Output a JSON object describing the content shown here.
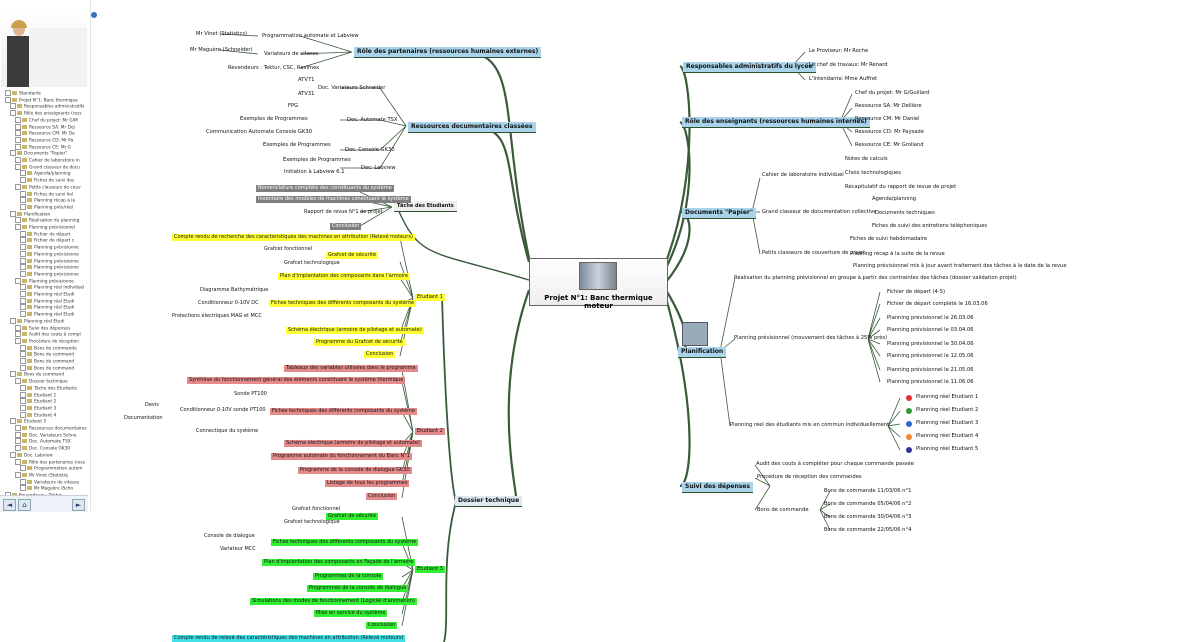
{
  "window": {
    "title_icon": "globe-icon"
  },
  "sidebar": {
    "tree": [
      "Standards",
      "Projet N°1: Banc thermique",
      "Responsables administratifs",
      "Rôle des enseignants (ress",
      "Chef du projet: Mr G/M",
      "Ressource SA: Mr Dej",
      "Ressource CM: Mr Da",
      "Ressource CD: Mr Pa",
      "Ressource CE: Mr G",
      "Documents \"Papier\"",
      "Cahier de laboratoire in",
      "Grand classeur de docu",
      "Agenda/planning",
      "Fiches de suivi des",
      "Petits classeurs de couv",
      "Fiches de suivi hel",
      "Planning récap à la",
      "Planning prév/réel",
      "Planification",
      "Réalisation du planning",
      "Planning prévisionnel",
      "Fichier de départ",
      "Fichier de départ c",
      "Planning prévisionne",
      "Planning prévisionne",
      "Planning prévisionne",
      "Planning prévisionne",
      "Planning prévisionne",
      "Planning prévisionne",
      "Planning réel individuel",
      "Planning réel Etudi",
      "Planning réel Etudi",
      "Planning réel Etudi",
      "Planning réel Etudi",
      "Planning réel Etudi",
      "Suivi des dépenses",
      "Audit des couts à compl",
      "Procédure de réception",
      "Bons de commande",
      "Bons de command",
      "Bons de command",
      "Bons de command",
      "Bons de command",
      "Dossier technique",
      "Tâche des Etudiants",
      "Etudiant 1",
      "Etudiant 2",
      "Etudiant 3",
      "Etudiant 4",
      "Etudiant 5",
      "Ressources documentaires",
      "Doc. Variateurs Schne",
      "Doc. Automate TSX",
      "Doc. Console GK30",
      "Doc. Labview",
      "Rôle des partenaires (ress",
      "Programmation autom",
      "Mr Vinet (Statistiq",
      "Variateurs de vitesse",
      "Mr Maguère (Schn",
      "Revendeurs : Tektur"
    ],
    "nav_prev": "◄",
    "nav_home": "⌂",
    "nav_next": "►"
  },
  "center": {
    "title": "Projet N°1: Banc thermique moteur",
    "icon": "machine-icon"
  },
  "left": {
    "partners": {
      "label": "Rôle des partenaires (ressources humaines externes)",
      "prog": "Programmation automate et Labview",
      "vinet": "Mr Vinet (Statistics)",
      "variateurs": "Variateurs de vitesse",
      "maguere": "Mr Maguère (Schneider)",
      "revendeurs": "Revendeurs : Tektur, CSC, Ravimex"
    },
    "docs": {
      "label": "Ressources documentaires classées",
      "schneider": "Doc. Variateurs Schneider",
      "atv71": "ATV71",
      "atv31": "ATV31",
      "automate": "Doc. Automate TSX",
      "fpg": "FPG",
      "exemples": "Exemples de Programmes",
      "comm": "Communication Automate Console GK30",
      "console": "Doc. Console GK30",
      "exconsole": "Exemples de Programmes",
      "labview": "Doc. Labview",
      "exlab": "Exemples de Programmes",
      "initiation": "Initiation à Labview 6.1"
    },
    "tasks": {
      "label": "Tâche des Etudiants",
      "n1": "Nomenclature complète des constituants du système",
      "n2": "Inventaire des modèles de machines constituant le système",
      "n3": "Rapport de revue N°1 de projet",
      "n4": "Conclusion"
    },
    "dossier": {
      "label": "Dossier technique",
      "e1": "Etudiant 1",
      "e2": "Etudiant 2",
      "e3": "Etudiant 3"
    },
    "y": [
      "Compte rendu de recherche des caractéristiques des machines en attribution (Relevé moteurs)",
      "Grafcet de sécurité",
      "Grafcet fonctionnel",
      "Grafcet technologique",
      "Plan d'implantation des composants dans l'armoire",
      "Fiches techniques des différents composants du système",
      "Diagramme Bathymétrique",
      "Conditionneur 0-10V DC",
      "Protections électriques MAG et MCC",
      "Schéma électrique (armoire de pilotage et automate)",
      "Programme du Grafcet de sécurité",
      "Conclusion"
    ],
    "r": [
      "Tableaux des variables utilisées dans le programme",
      "Synthèse du fonctionnement général des éléments constituant le système thermique",
      "Fiches techniques des différents composants du système",
      "Sonde PT100",
      "Conditionneur 0-10V sonde PT100",
      "Devis",
      "Documentation",
      "Connectique du système",
      "Schéma électrique (armoire de pilotage et automate)",
      "Programme automate du fonctionnement du Banc N°1",
      "Programme de la console de dialogue GK30",
      "Listage de tous les programmes",
      "Conclusion"
    ],
    "g": [
      "Grafcet de sécurité",
      "Grafcet fonctionnel",
      "Grafcet technologique",
      "Fiches techniques des différents composants du système",
      "Console de dialogue",
      "Variateur MCC",
      "Plan d'implantation des composants en Façade de l'armoire",
      "Programmes de la console",
      "Programmes de la console de dialogue",
      "Simulations des modes de fonctionnement (Logiciel d'animation)",
      "Mise en service du système",
      "Conclusion"
    ],
    "cyan": "Compte rendu de relevé des caractéristiques des machines en attribution (Relevé moteurs)"
  },
  "right": {
    "admin": {
      "label": "Responsables administratifs du lycée",
      "a1": "Le Proviseur: Mr Roche",
      "a2": "Le chef de travaux: Mr Renard",
      "a3": "L'Intendante: Mme Auffret"
    },
    "teachers": {
      "label": "Rôle des enseignants (ressources humaines internes)",
      "t1": "Chef du projet: Mr G/Guillard",
      "t2": "Ressource SA: Mr Dellière",
      "t3": "Ressource CM: Mr Daniel",
      "t4": "Ressource CD: Mr Paysade",
      "t5": "Ressource CE: Mr Grolland"
    },
    "papier": {
      "label": "Documents \"Papier\"",
      "cahier": "Cahier de laboratoire individuel",
      "c1": "Notes de calculs",
      "c2": "Choix technologiques",
      "c3": "Récapitulatif du rapport de revue de projet",
      "grand": "Grand classeur de documentation collective",
      "g1": "Agenda/planning",
      "g2": "Documents techniques",
      "g3": "Fiches de suivi des entretiens téléphoniques",
      "petits": "Petits classeurs de couverture de projet",
      "p1": "Fiches de suivi hebdomadaire",
      "p2": "Planning récap à la suite de la revue",
      "p3": "Planning prévisionnel mis à jour avant traitement des tâches à la date de la revue"
    },
    "plan": {
      "label": "Planification",
      "real": "Réalisation du planning prévisionnel en groupe à partir des contraintes des tâches (dossier validation projet)",
      "prev": "Planning prévisionnel (mouvement des tâches à 25% près)",
      "pv": [
        "Fichier de départ (4-5)",
        "Fichier de départ complété le 16.03.06",
        "Planning prévisionnel le 26.03.06",
        "Planning prévisionnel le 03.04.06",
        "Planning prévisionnel le 30.04.06",
        "Planning prévisionnel le 12.05.06",
        "Planning prévisionnel le 21.05.06",
        "Planning prévisionnel le 11.06.06"
      ],
      "reel": "Planning réel des étudiants mis en commun individuellement",
      "rv": [
        "Planning réel Etudiant 1",
        "Planning réel Etudiant 2",
        "Planning réel Etudiant 3",
        "Planning réel Etudiant 4",
        "Planning réel Etudiant 5"
      ]
    },
    "depenses": {
      "label": "Suivi des dépenses",
      "audit": "Audit des couts à compléter pour chaque commande passée",
      "proc": "Procédure de réception des commandes",
      "bons": "Bons de commande",
      "b": [
        "Bons de commande 11/03/06 n°1",
        "Bons de commande 05/04/06 n°2",
        "Bons de commande 30/04/06 n°3",
        "Bons de commande 22/05/06 n°4"
      ]
    }
  }
}
